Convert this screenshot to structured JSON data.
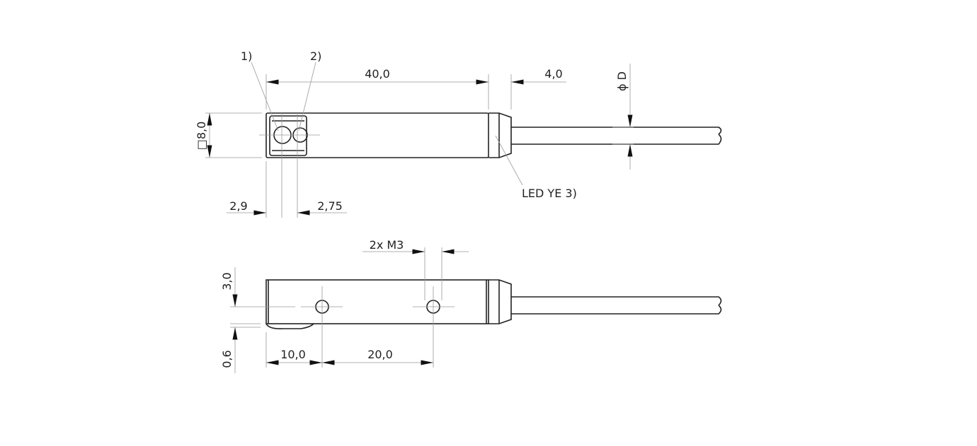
{
  "top_view": {
    "callout_1": "1)",
    "callout_2": "2)",
    "length_body": "40,0",
    "length_cap": "4,0",
    "cable_diameter": "ϕ D",
    "square_size": "□8,0",
    "offset_1": "2,9",
    "offset_2": "2,75",
    "led_label": "LED YE 3)"
  },
  "side_view": {
    "thread": "2x M3",
    "height_upper": "3,0",
    "height_lower": "0,6",
    "hole_offset": "10,0",
    "hole_spacing": "20,0"
  }
}
